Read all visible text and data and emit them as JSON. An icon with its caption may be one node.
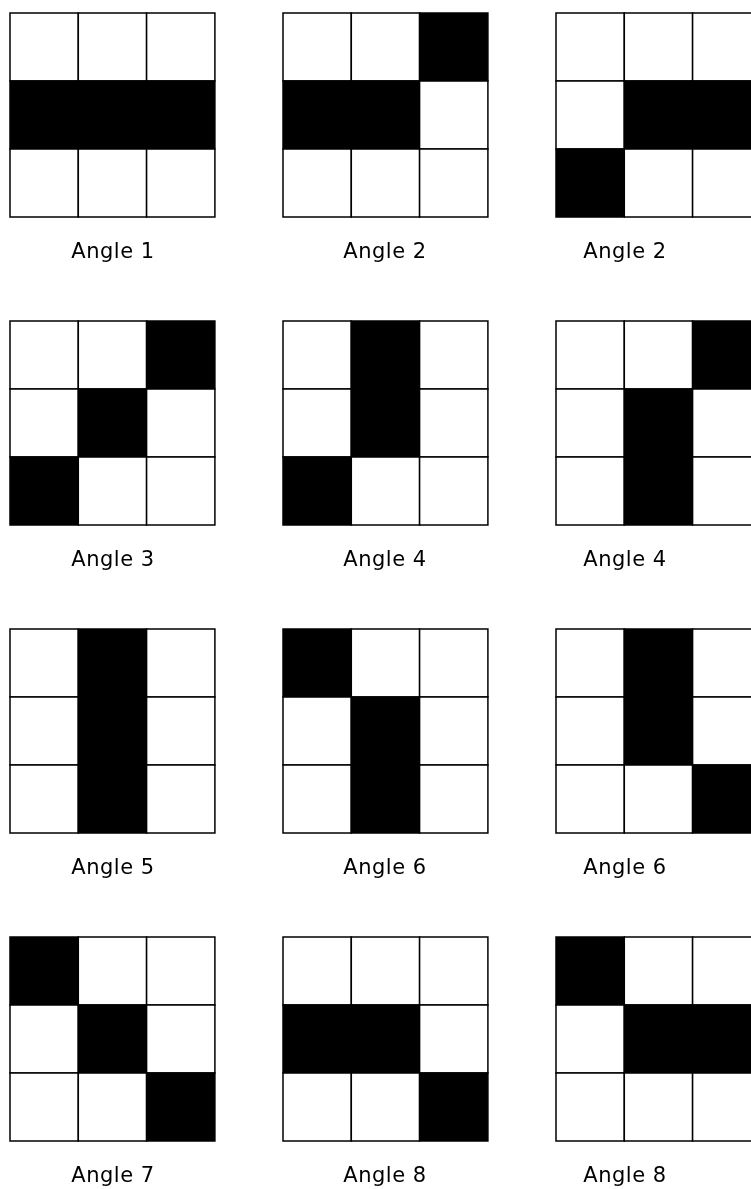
{
  "diagram": {
    "nodes": [
      {
        "text": [
          "Angle 1"
        ]
      },
      {
        "text": [
          "Angle 2"
        ]
      },
      {
        "text": [
          "Angle 2"
        ]
      },
      {
        "text": [
          "Angle 3"
        ]
      },
      {
        "text": [
          "Angle 4"
        ]
      },
      {
        "text": [
          "Angle 4"
        ]
      },
      {
        "text": [
          "Angle 5"
        ]
      },
      {
        "text": [
          "Angle 6"
        ]
      },
      {
        "text": [
          "Angle 6"
        ]
      },
      {
        "text": [
          "Angle 7"
        ]
      },
      {
        "text": [
          "Angle 8"
        ]
      },
      {
        "text": [
          "Angle 8"
        ]
      }
    ]
  }
}
